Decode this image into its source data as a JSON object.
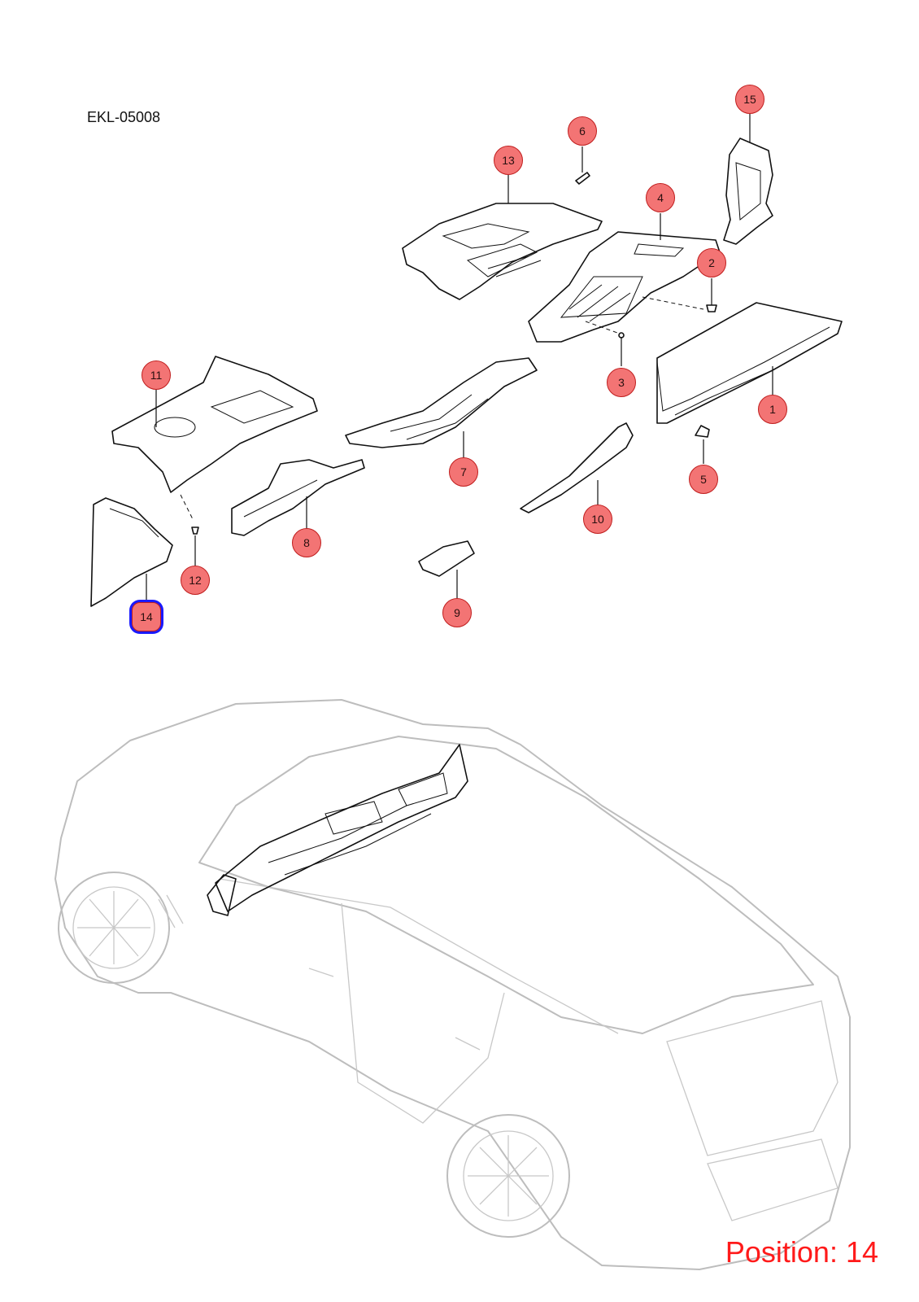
{
  "document_code": "EKL-05008",
  "position_label": "Position: 14",
  "selected_position": "14",
  "colors": {
    "callout_fill": "#f37474",
    "callout_border": "#c01e1e",
    "selection": "#1a1aff",
    "position_text": "#ff1a1a"
  },
  "callouts": [
    {
      "label": "1"
    },
    {
      "label": "2"
    },
    {
      "label": "3"
    },
    {
      "label": "4"
    },
    {
      "label": "5"
    },
    {
      "label": "6"
    },
    {
      "label": "7"
    },
    {
      "label": "8"
    },
    {
      "label": "9"
    },
    {
      "label": "10"
    },
    {
      "label": "11"
    },
    {
      "label": "12"
    },
    {
      "label": "13"
    },
    {
      "label": "14"
    },
    {
      "label": "15"
    }
  ]
}
